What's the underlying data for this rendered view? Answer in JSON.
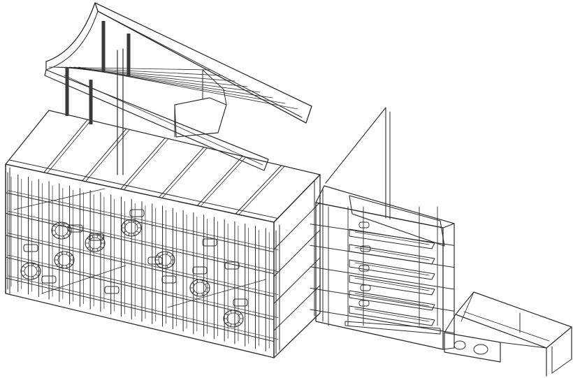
{
  "image": {
    "kind": "wireframe-3d-line-drawing",
    "line_color": "#2b2b2b",
    "background": "#ffffff",
    "accent_dark": "#3a3a3a"
  },
  "components": [
    {
      "id": "main-block",
      "name": "main-framed-block-icon"
    },
    {
      "id": "upper-boom",
      "name": "upper-boom-assembly-icon"
    },
    {
      "id": "side-block",
      "name": "side-framed-block-icon"
    },
    {
      "id": "lower-chute",
      "name": "lower-chute-assembly-icon"
    }
  ]
}
